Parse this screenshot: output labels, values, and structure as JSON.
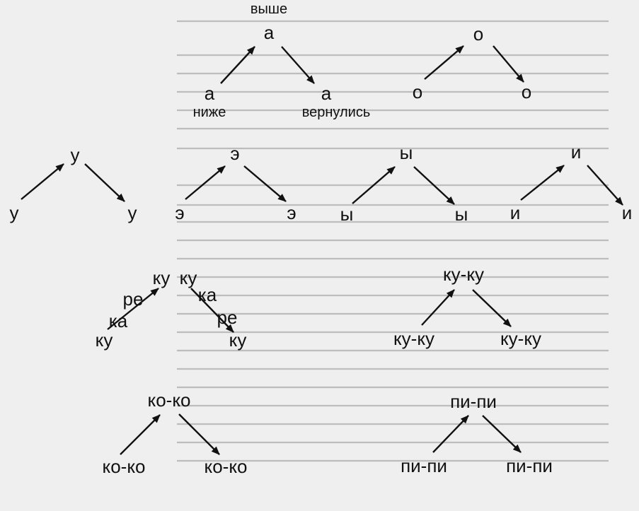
{
  "colors": {
    "ink": "#111111",
    "paper": "#efefef",
    "bleed": "#bdbdbd"
  },
  "diagrams": [
    {
      "id": "a",
      "start": {
        "text": "а",
        "note": "ниже"
      },
      "peak": {
        "text": "а",
        "note": "выше"
      },
      "end": {
        "text": "а",
        "note": "вернулись"
      }
    },
    {
      "id": "o",
      "start": {
        "text": "о"
      },
      "peak": {
        "text": "о"
      },
      "end": {
        "text": "о"
      }
    },
    {
      "id": "u",
      "start": {
        "text": "у"
      },
      "peak": {
        "text": "у"
      },
      "end": {
        "text": "у"
      }
    },
    {
      "id": "e",
      "start": {
        "text": "э"
      },
      "peak": {
        "text": "э"
      },
      "end": {
        "text": "э"
      }
    },
    {
      "id": "y",
      "start": {
        "text": "ы"
      },
      "peak": {
        "text": "ы"
      },
      "end": {
        "text": "ы"
      }
    },
    {
      "id": "i",
      "start": {
        "text": "и"
      },
      "peak": {
        "text": "и"
      },
      "end": {
        "text": "и"
      }
    },
    {
      "id": "kukareku",
      "up": [
        "ку",
        "ка",
        "ре",
        "ку"
      ],
      "down": [
        "ку",
        "ка",
        "ре",
        "ку"
      ]
    },
    {
      "id": "kuku",
      "start": {
        "text": "ку-ку"
      },
      "peak": {
        "text": "ку-ку"
      },
      "end": {
        "text": "ку-ку"
      }
    },
    {
      "id": "koko",
      "start": {
        "text": "ко-ко"
      },
      "peak": {
        "text": "ко-ко"
      },
      "end": {
        "text": "ко-ко"
      }
    },
    {
      "id": "pipi",
      "start": {
        "text": "пи-пи"
      },
      "peak": {
        "text": "пи-пи"
      },
      "end": {
        "text": "пи-пи"
      }
    }
  ]
}
